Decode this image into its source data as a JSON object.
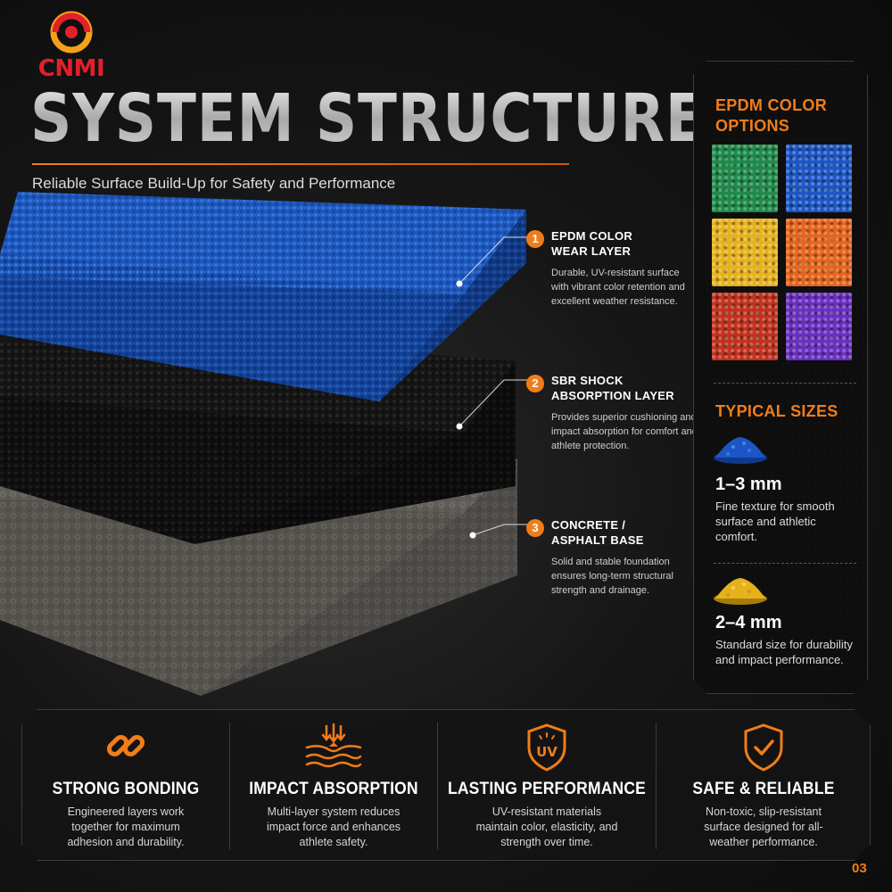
{
  "brand": {
    "name": "CNMI",
    "color_primary": "#e3202a",
    "color_secondary": "#f4a11a"
  },
  "accent_color": "#f07d1a",
  "title": "SYSTEM STRUCTURE",
  "subtitle": "Reliable Surface Build-Up for Safety and Performance",
  "layers": [
    {
      "number": "1",
      "title_line1": "EPDM COLOR",
      "title_line2": "WEAR LAYER",
      "description": "Durable, UV-resistant surface with vibrant color retention and excellent weather resistance.",
      "color": "#1d5bc4"
    },
    {
      "number": "2",
      "title_line1": "SBR SHOCK",
      "title_line2": "ABSORPTION LAYER",
      "description": "Provides superior cushioning and impact absorption for comfort and athlete protection.",
      "color": "#1a1a1a"
    },
    {
      "number": "3",
      "title_line1": "CONCRETE /",
      "title_line2": "ASPHALT BASE",
      "description": "Solid and stable foundation ensures long-term structural strength and drainage.",
      "color": "#6e6b66"
    }
  ],
  "color_options": {
    "heading_line1": "EPDM COLOR",
    "heading_line2": "OPTIONS",
    "swatches": [
      {
        "name": "green",
        "color": "#1e8a4a"
      },
      {
        "name": "blue",
        "color": "#1c56c6"
      },
      {
        "name": "yellow",
        "color": "#e6b21c"
      },
      {
        "name": "orange",
        "color": "#e5641c"
      },
      {
        "name": "red",
        "color": "#c0321e"
      },
      {
        "name": "purple",
        "color": "#6a2fbf"
      }
    ]
  },
  "sizes": {
    "heading": "TYPICAL SIZES",
    "items": [
      {
        "value": "1–3 mm",
        "description": "Fine texture for smooth surface and athletic comfort.",
        "icon": "blue-granule-pile-icon",
        "color": "#1c56c6"
      },
      {
        "value": "2–4 mm",
        "description": "Standard size for durability and impact performance.",
        "icon": "yellow-granule-pile-icon",
        "color": "#e6b21c"
      }
    ]
  },
  "features": [
    {
      "icon": "chain-link-icon",
      "title": "STRONG BONDING",
      "description": "Engineered layers work together for maximum adhesion and durability."
    },
    {
      "icon": "impact-absorption-icon",
      "title": "IMPACT ABSORPTION",
      "description": "Multi-layer system reduces impact force and enhances athlete safety."
    },
    {
      "icon": "uv-shield-icon",
      "title": "LASTING PERFORMANCE",
      "description": "UV-resistant materials maintain color, elasticity, and strength over time.",
      "icon_text": "UV"
    },
    {
      "icon": "check-shield-icon",
      "title": "SAFE & RELIABLE",
      "description": "Non-toxic, slip-resistant surface designed for all-weather performance."
    }
  ],
  "page_number": "03"
}
